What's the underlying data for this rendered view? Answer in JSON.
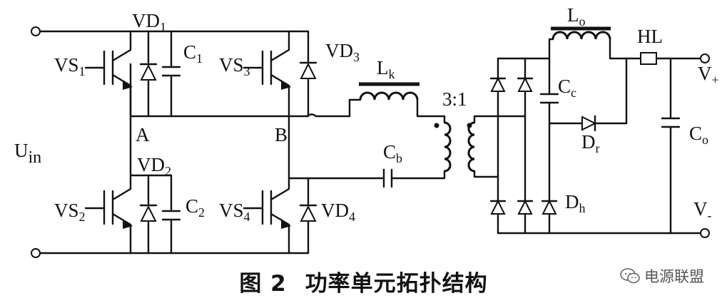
{
  "labels": {
    "VD1": {
      "main": "VD",
      "sub": "1"
    },
    "C1": {
      "main": "C",
      "sub": "1"
    },
    "VS1": {
      "main": "VS",
      "sub": "1"
    },
    "VS3": {
      "main": "VS",
      "sub": "3"
    },
    "VD3": {
      "main": "VD",
      "sub": "3"
    },
    "Lk": {
      "main": "L",
      "sub": "k"
    },
    "Lo": {
      "main": "L",
      "sub": "o"
    },
    "HL": "HL",
    "Vplus": {
      "main": "V",
      "sub": "+"
    },
    "Uin": {
      "main": "U",
      "sub": "in"
    },
    "A": "A",
    "B": "B",
    "ratio": "3:1",
    "Cc": {
      "main": "C",
      "sub": "c"
    },
    "Cb": {
      "main": "C",
      "sub": "b"
    },
    "Dr": {
      "main": "D",
      "sub": "r"
    },
    "Co": {
      "main": "C",
      "sub": "o"
    },
    "VD2": {
      "main": "VD",
      "sub": "2"
    },
    "C2": {
      "main": "C",
      "sub": "2"
    },
    "VS2": {
      "main": "VS",
      "sub": "2"
    },
    "VS4": {
      "main": "VS",
      "sub": "4"
    },
    "VD4": {
      "main": "VD",
      "sub": "4"
    },
    "Dh": {
      "main": "D",
      "sub": "h"
    },
    "Vminus": {
      "main": "V",
      "sub": "-"
    }
  },
  "caption": {
    "fig": "图 2",
    "title": "功率单元拓扑结构"
  },
  "watermark": "电源联盟",
  "colors": {
    "ink": "#111111",
    "watermark": "#555555"
  }
}
